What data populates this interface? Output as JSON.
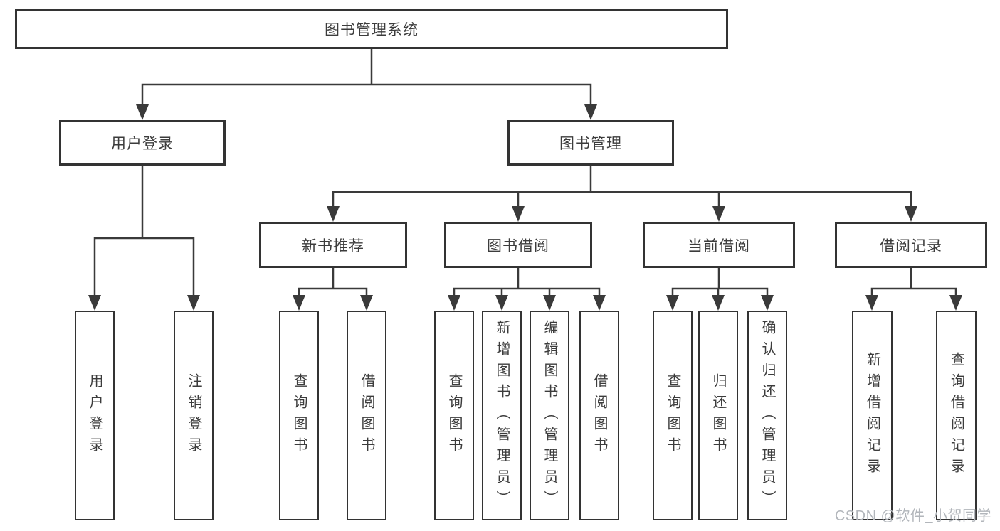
{
  "tree": {
    "root": {
      "label": "图书管理系统",
      "children": [
        {
          "label": "用户登录",
          "children": [
            {
              "label": "用户登录"
            },
            {
              "label": "注销登录"
            }
          ]
        },
        {
          "label": "图书管理",
          "children": [
            {
              "label": "新书推荐",
              "children": [
                {
                  "label": "查询图书"
                },
                {
                  "label": "借阅图书"
                }
              ]
            },
            {
              "label": "图书借阅",
              "children": [
                {
                  "label": "查询图书"
                },
                {
                  "label": "新增图书（管理员）"
                },
                {
                  "label": "编辑图书（管理员）"
                },
                {
                  "label": "借阅图书"
                }
              ]
            },
            {
              "label": "当前借阅",
              "children": [
                {
                  "label": "查询图书"
                },
                {
                  "label": "归还图书"
                },
                {
                  "label": "确认归还（管理员）"
                }
              ]
            },
            {
              "label": "借阅记录",
              "children": [
                {
                  "label": "新增借阅记录"
                },
                {
                  "label": "查询借阅记录"
                }
              ]
            }
          ]
        }
      ]
    }
  },
  "watermark": {
    "text": "CSDN @软件_小贺同学"
  },
  "colors": {
    "line": "#3a3a3a",
    "box_border": "#333333",
    "text": "#3c3c3c",
    "watermark": "#b2b6bb",
    "background": "#ffffff"
  }
}
